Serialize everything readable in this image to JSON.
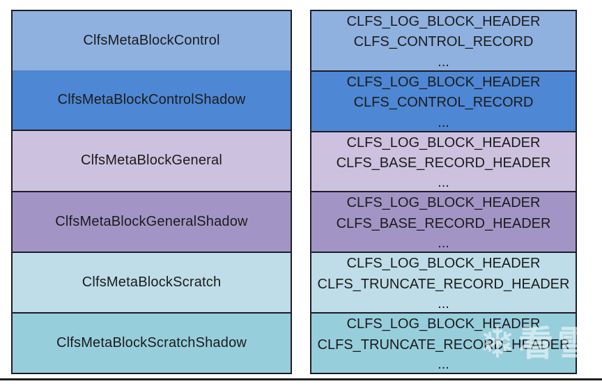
{
  "diagram": {
    "border_color": "#1c1c26",
    "text_color": "#1b1b1b",
    "left_column": {
      "rows": [
        {
          "label": "ClfsMetaBlockControl",
          "color": "#8FB1E0"
        },
        {
          "label": "ClfsMetaBlockControlShadow",
          "color": "#4E87D3"
        },
        {
          "label": "ClfsMetaBlockGeneral",
          "color": "#CCC2DF"
        },
        {
          "label": "ClfsMetaBlockGeneralShadow",
          "color": "#A295C6"
        },
        {
          "label": "ClfsMetaBlockScratch",
          "color": "#BEDDE8"
        },
        {
          "label": "ClfsMetaBlockScratchShadow",
          "color": "#97CEDC"
        }
      ]
    },
    "right_column": {
      "rows": [
        {
          "color": "#8FB1E0",
          "lines": [
            "CLFS_LOG_BLOCK_HEADER",
            "CLFS_CONTROL_RECORD",
            "..."
          ]
        },
        {
          "color": "#4E87D3",
          "lines": [
            "CLFS_LOG_BLOCK_HEADER",
            "CLFS_CONTROL_RECORD",
            "..."
          ]
        },
        {
          "color": "#CCC2DF",
          "lines": [
            "CLFS_LOG_BLOCK_HEADER",
            "CLFS_BASE_RECORD_HEADER",
            "..."
          ]
        },
        {
          "color": "#A295C6",
          "lines": [
            "CLFS_LOG_BLOCK_HEADER",
            "CLFS_BASE_RECORD_HEADER",
            "..."
          ]
        },
        {
          "color": "#BEDDE8",
          "lines": [
            "CLFS_LOG_BLOCK_HEADER",
            "CLFS_TRUNCATE_RECORD_HEADER",
            "..."
          ]
        },
        {
          "color": "#97CEDC",
          "lines": [
            "CLFS_LOG_BLOCK_HEADER",
            "CLFS_TRUNCATE_RECORD_HEADER",
            "..."
          ]
        }
      ]
    }
  },
  "watermark": {
    "icon": "snowflake-icon",
    "flake_glyph": "❄",
    "text": "看雪",
    "color": "#ffffff"
  }
}
